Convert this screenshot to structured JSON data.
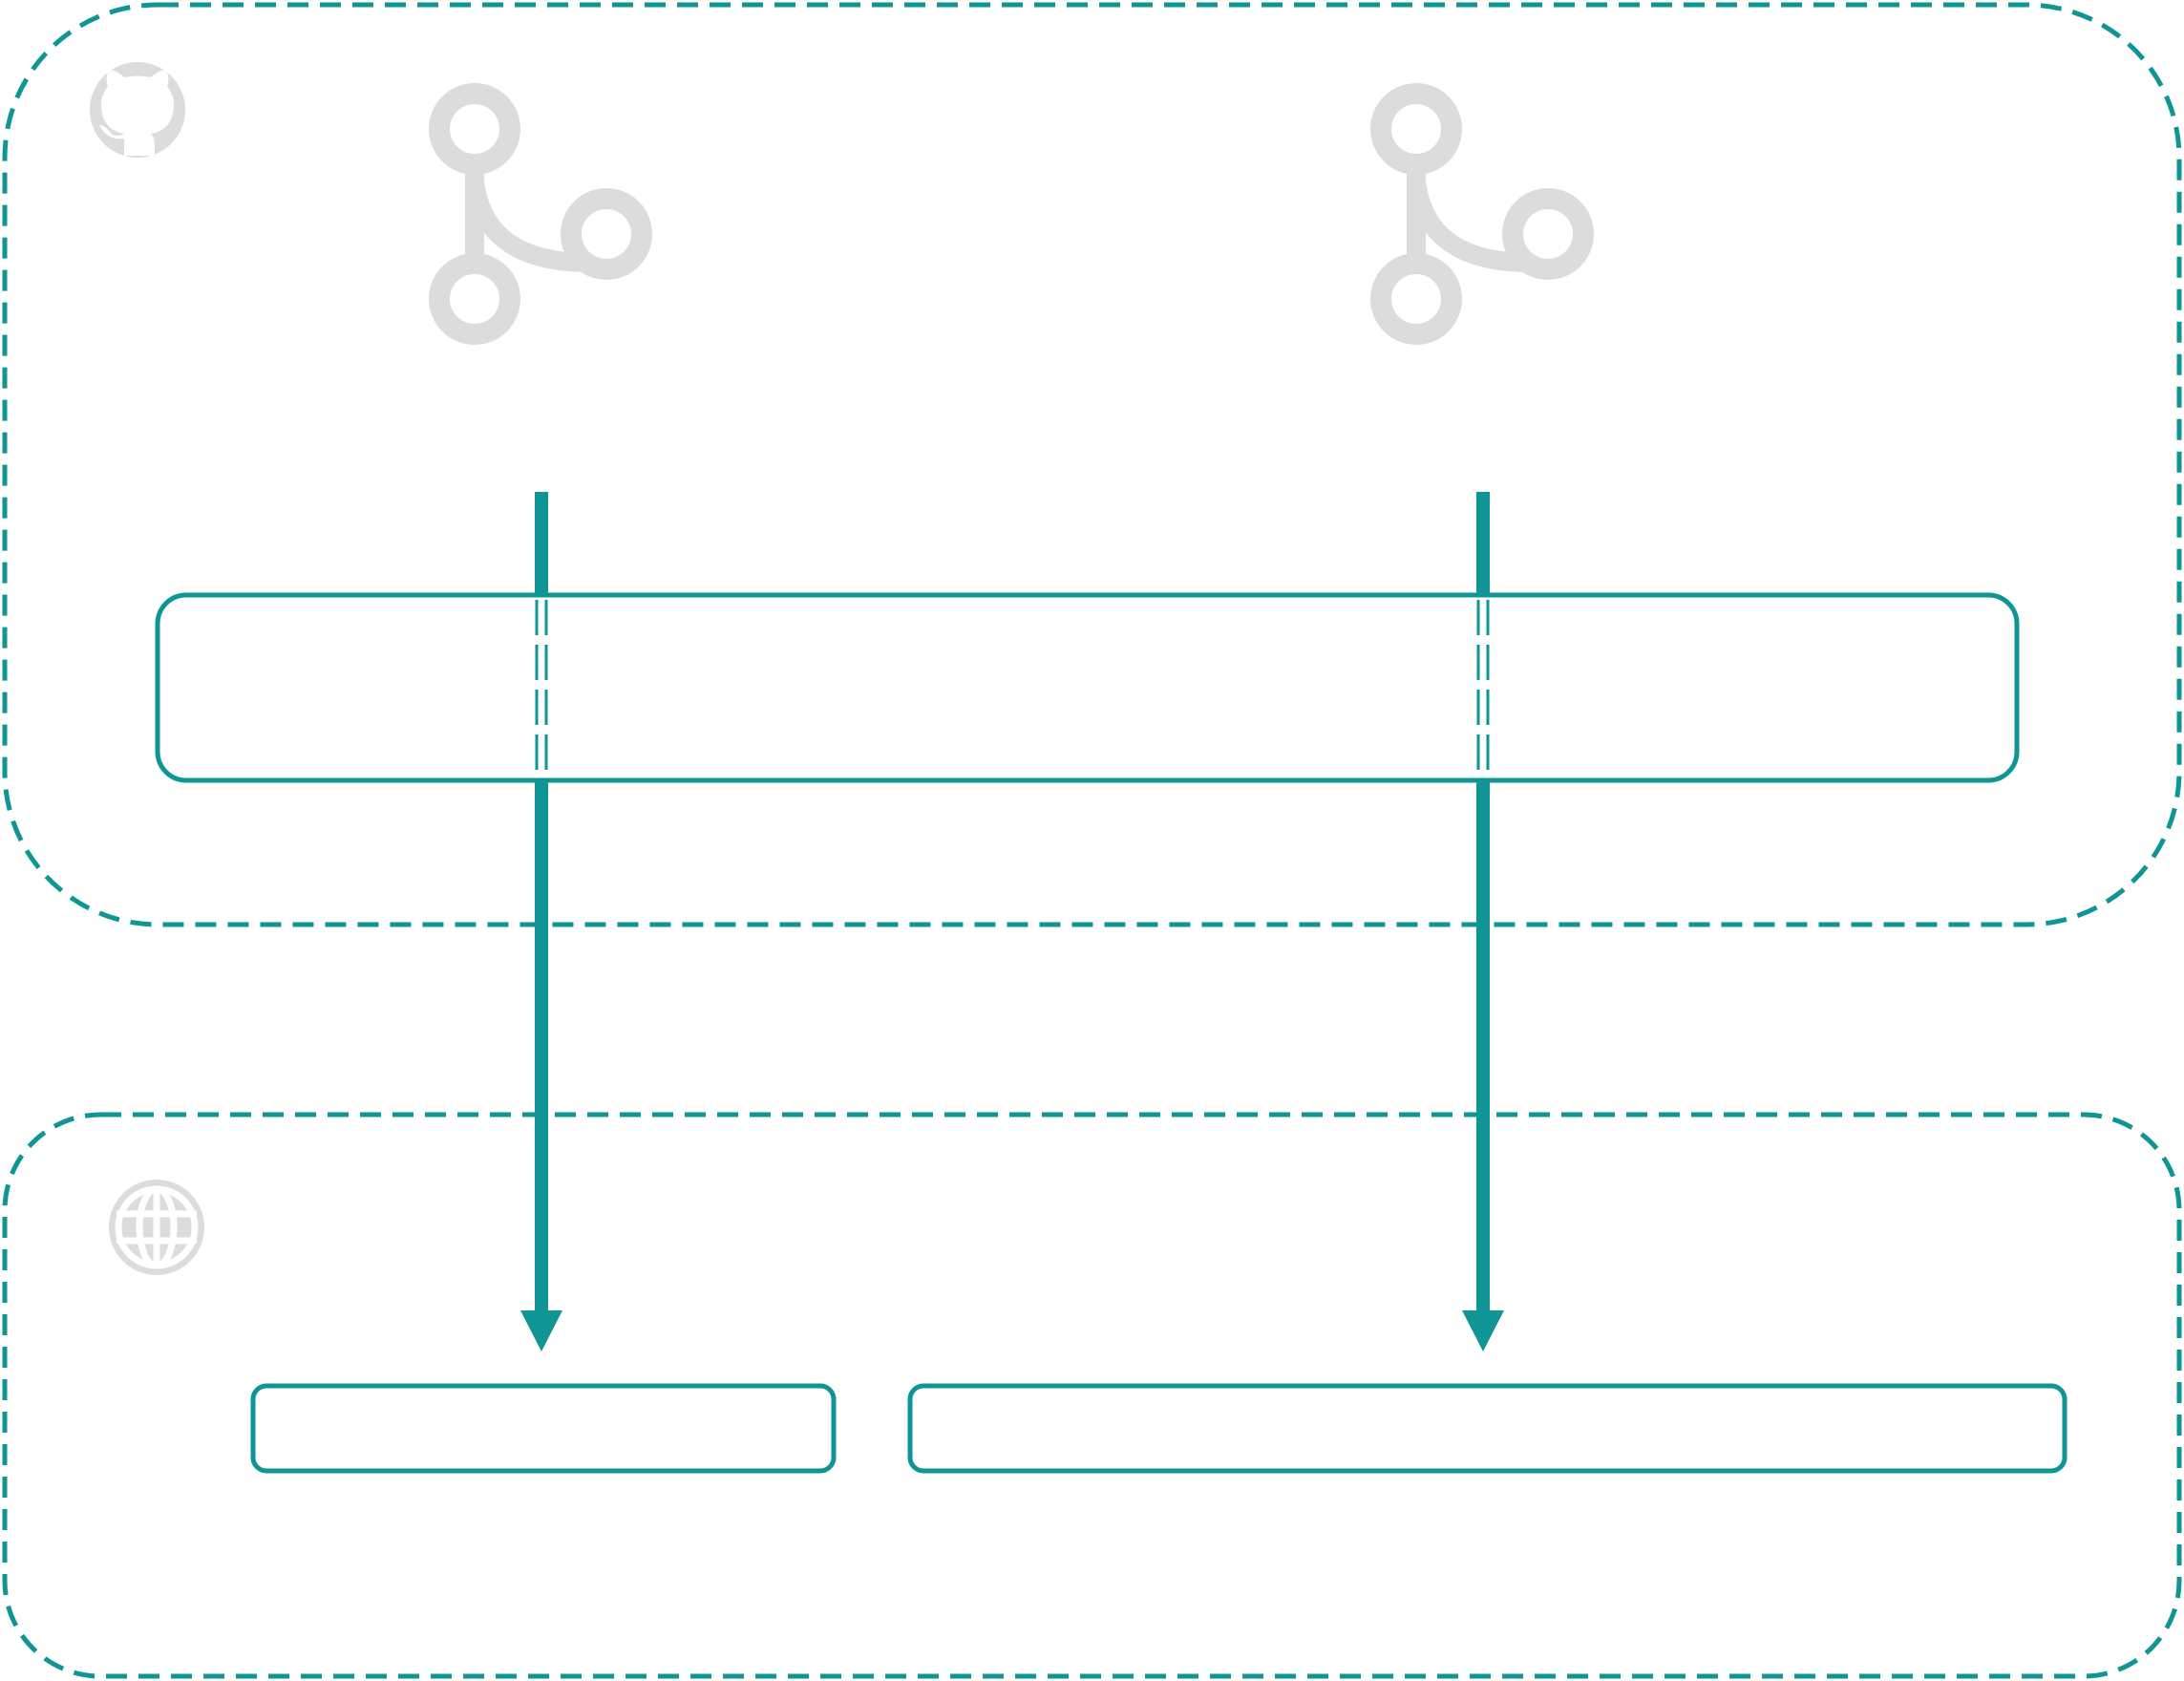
{
  "diagram": {
    "colors": {
      "accent": "#0e9594",
      "icon": "#dcdcdc",
      "background": "#ffffff"
    },
    "containers": [
      {
        "id": "github-environment",
        "icon": "github-icon",
        "border": "dashed"
      },
      {
        "id": "web-environment",
        "icon": "globe-icon",
        "border": "dashed"
      }
    ],
    "branches": [
      {
        "id": "branch-left",
        "icon": "git-branch-icon"
      },
      {
        "id": "branch-right",
        "icon": "git-branch-icon"
      }
    ],
    "boxes": [
      {
        "id": "pipeline-box",
        "label": ""
      },
      {
        "id": "target-box-left",
        "label": ""
      },
      {
        "id": "target-box-right",
        "label": ""
      }
    ],
    "edges": [
      {
        "from": "branch-left",
        "through": "pipeline-box",
        "to": "target-box-left"
      },
      {
        "from": "branch-right",
        "through": "pipeline-box",
        "to": "target-box-right"
      }
    ]
  }
}
